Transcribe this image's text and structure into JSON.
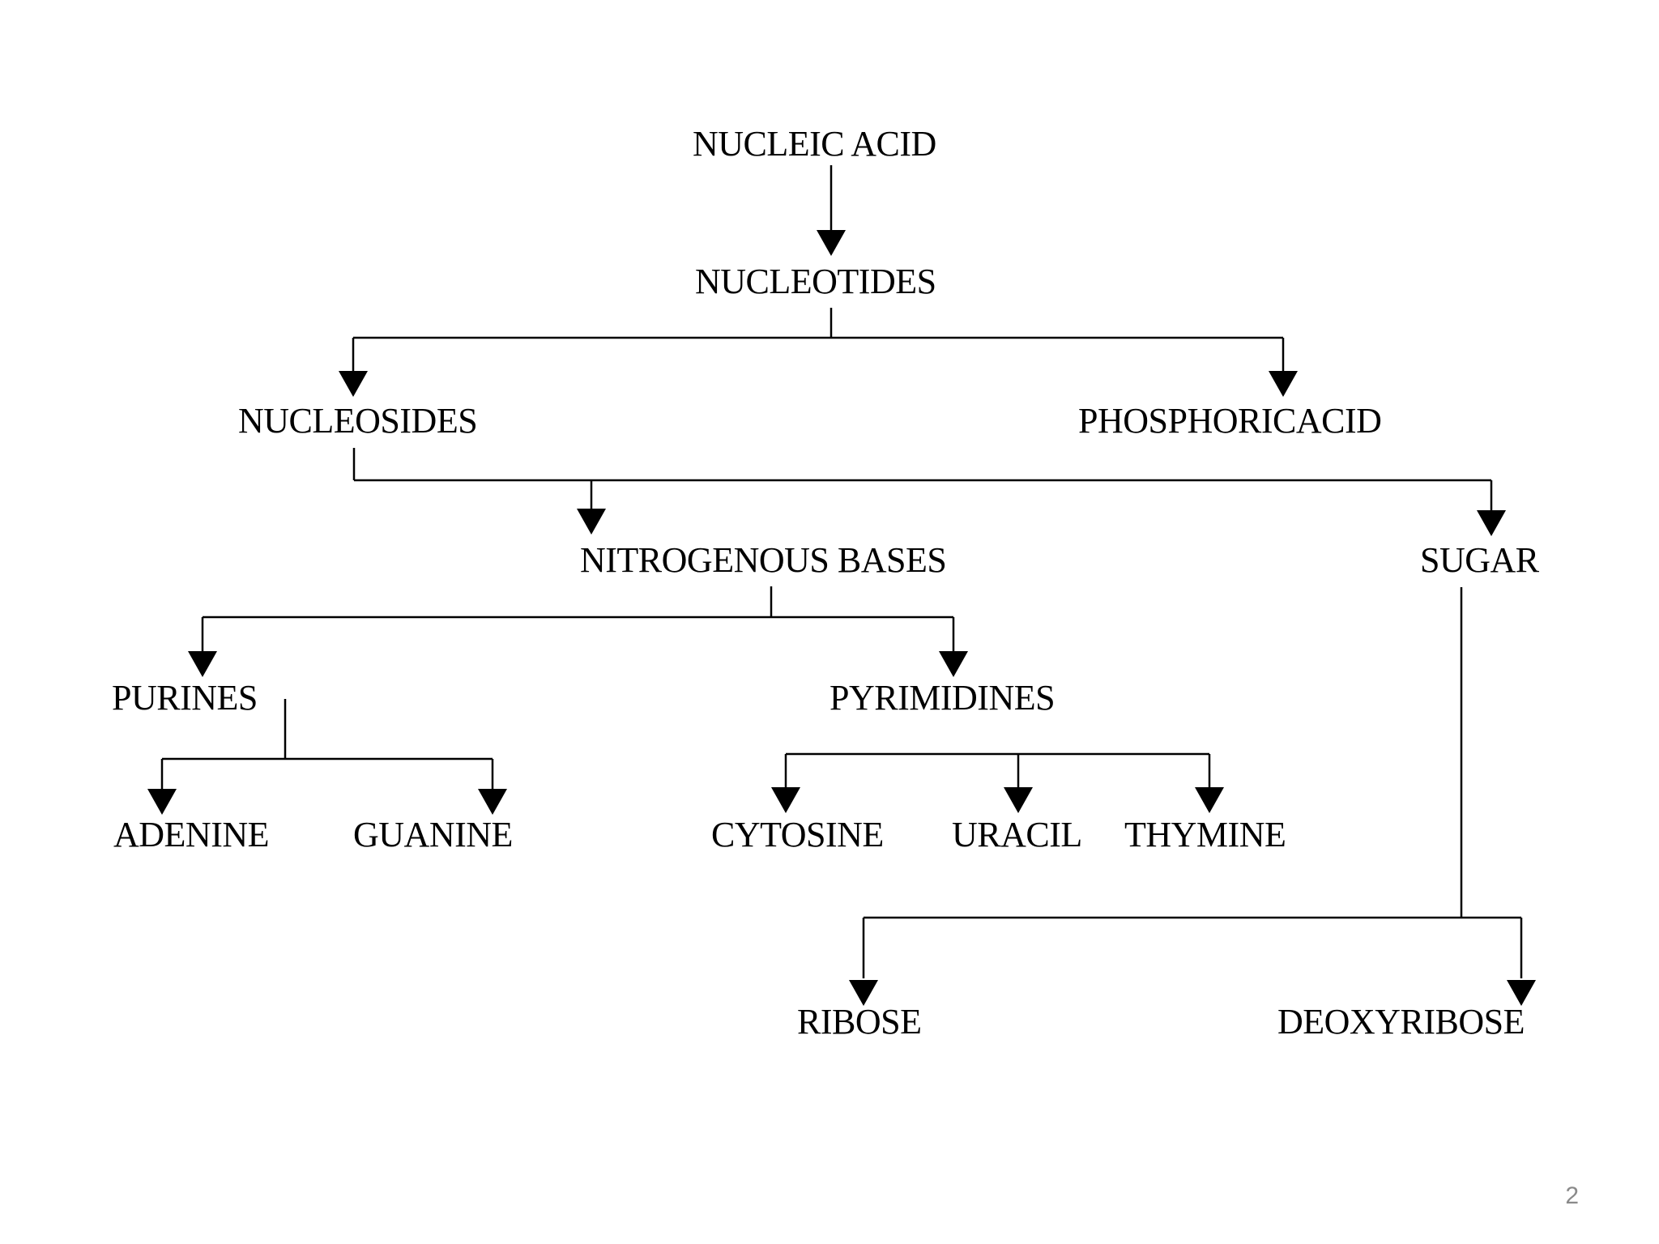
{
  "diagram": {
    "nodes": {
      "nucleic_acid": "NUCLEIC ACID",
      "nucleotides": "NUCLEOTIDES",
      "nucleosides": "NUCLEOSIDES",
      "phosphoric_acid": "PHOSPHORICACID",
      "nitrogenous_bases": "NITROGENOUS BASES",
      "sugar": "SUGAR",
      "purines": "PURINES",
      "pyrimidines": "PYRIMIDINES",
      "adenine": "ADENINE",
      "guanine": "GUANINE",
      "cytosine": "CYTOSINE",
      "uracil": "URACIL",
      "thymine": "THYMINE",
      "ribose": "RIBOSE",
      "deoxyribose": "DEOXYRIBOSE"
    },
    "edges": [
      [
        "nucleic_acid",
        "nucleotides"
      ],
      [
        "nucleotides",
        "nucleosides"
      ],
      [
        "nucleotides",
        "phosphoric_acid"
      ],
      [
        "nucleosides",
        "nitrogenous_bases"
      ],
      [
        "nucleosides",
        "sugar"
      ],
      [
        "nitrogenous_bases",
        "purines"
      ],
      [
        "nitrogenous_bases",
        "pyrimidines"
      ],
      [
        "purines",
        "adenine"
      ],
      [
        "purines",
        "guanine"
      ],
      [
        "pyrimidines",
        "cytosine"
      ],
      [
        "pyrimidines",
        "uracil"
      ],
      [
        "pyrimidines",
        "thymine"
      ],
      [
        "sugar",
        "ribose"
      ],
      [
        "sugar",
        "deoxyribose"
      ]
    ],
    "line_color": "#000000"
  },
  "slide": {
    "page_number": "2"
  }
}
